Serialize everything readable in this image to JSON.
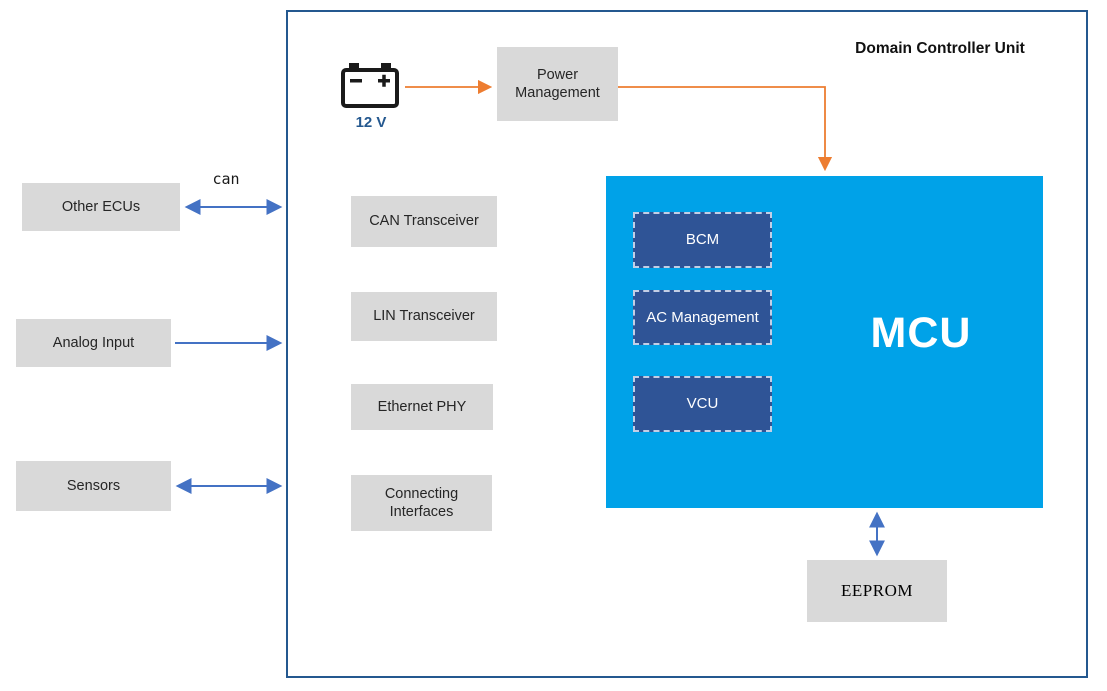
{
  "diagram": {
    "title": "Domain Controller Unit",
    "battery": {
      "label": "12 V"
    },
    "power_management": {
      "label": "Power Management"
    },
    "transceivers": [
      {
        "label": "CAN Transceiver"
      },
      {
        "label": "LIN Transceiver"
      },
      {
        "label": "Ethernet PHY"
      },
      {
        "label": "Connecting Interfaces"
      }
    ],
    "mcu": {
      "label": "MCU",
      "modules": [
        {
          "label": "BCM"
        },
        {
          "label": "AC Management"
        },
        {
          "label": "VCU"
        }
      ]
    },
    "eeprom": {
      "label": "EEPROM"
    },
    "external": [
      {
        "label": "Other ECUs"
      },
      {
        "label": "Analog Input"
      },
      {
        "label": "Sensors"
      }
    ],
    "bus_label": "can",
    "colors": {
      "mcu_fill": "#00a2e8",
      "module_fill": "#2f5496",
      "gray_box_fill": "#d9d9d9",
      "border": "#24588f",
      "orange_arrow": "#ed7d31",
      "blue_arrow": "#4472c4"
    }
  }
}
